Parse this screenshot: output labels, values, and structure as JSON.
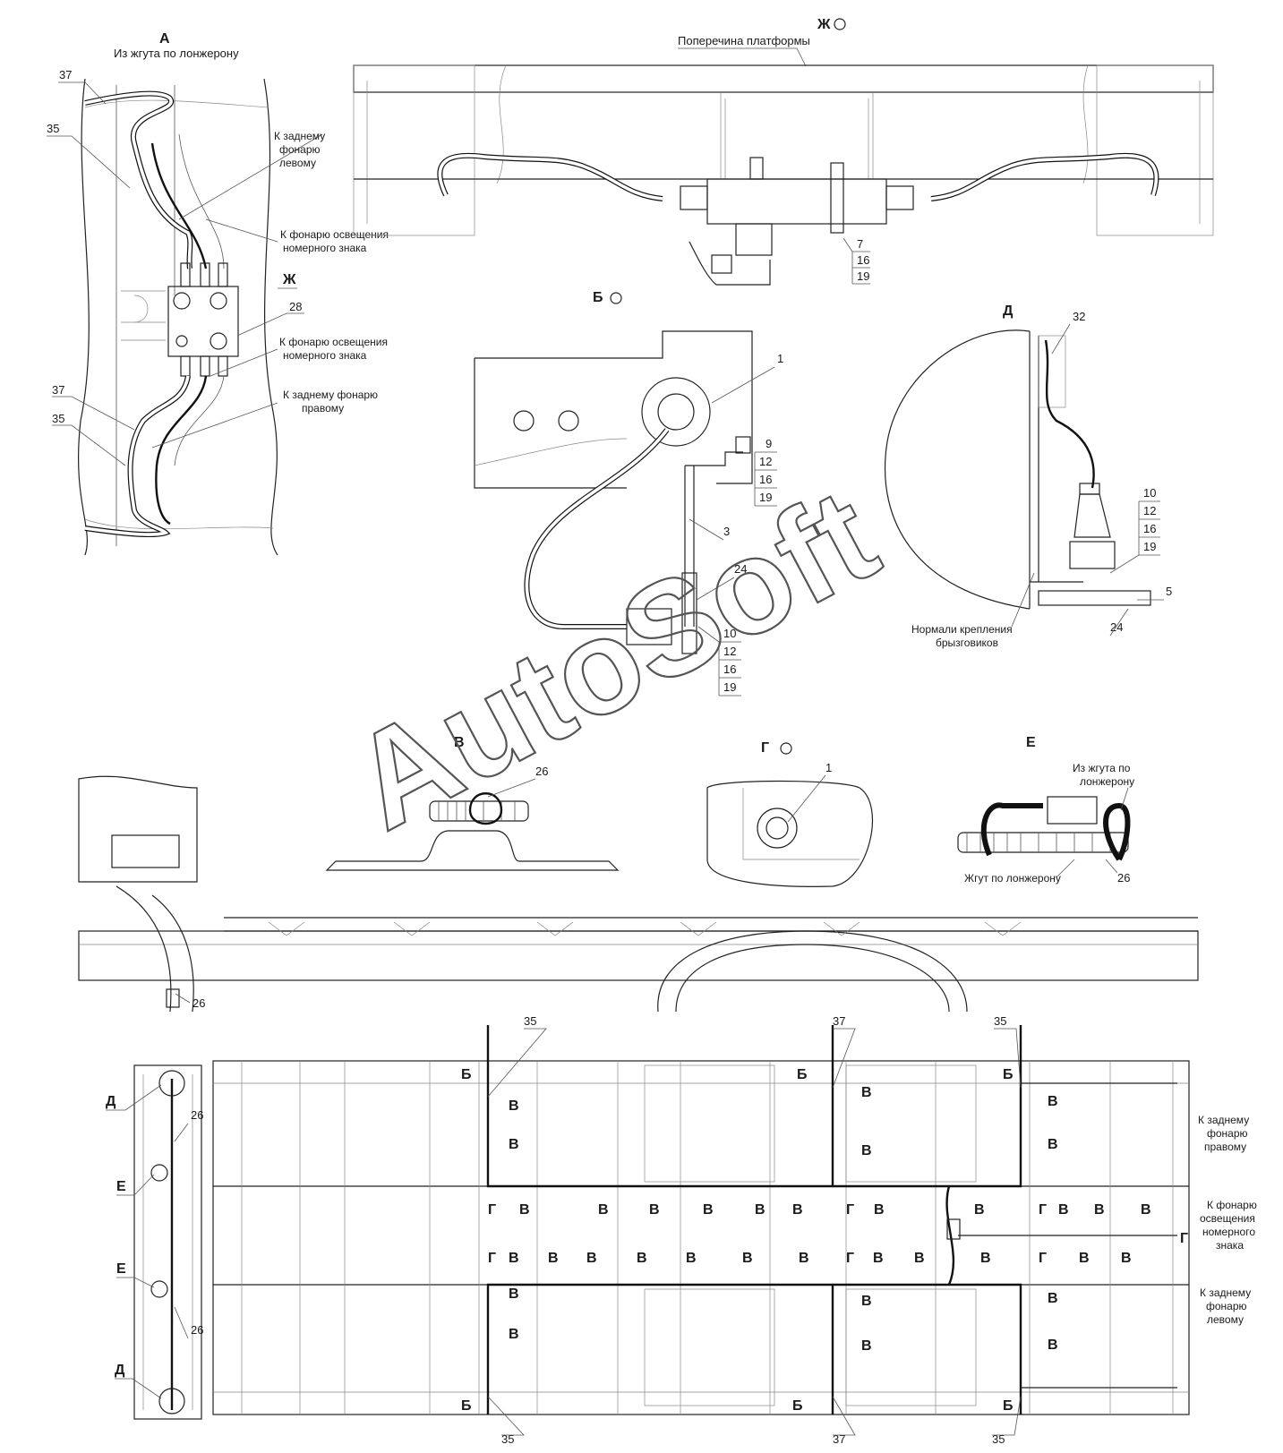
{
  "views": {
    "A": {
      "letter": "А",
      "subtitle": "Из жгута по лонжерону",
      "callouts": [
        "37",
        "35",
        "37",
        "35",
        "28"
      ],
      "notes": [
        "К заднему",
        "фонарю",
        "левому",
        "К фонарю освещения",
        "номерного знака",
        "К фонарю освещения",
        "номерного знака",
        "К заднему фонарю",
        "правому"
      ],
      "marker": "Ж"
    },
    "Zh": {
      "letter": "Ж",
      "beam": "Поперечина платформы",
      "refs": [
        "7",
        "16",
        "19"
      ]
    },
    "B": {
      "letter": "Б",
      "refs": [
        "1",
        "9",
        "12",
        "16",
        "19",
        "3",
        "24",
        "10",
        "12",
        "16",
        "19"
      ]
    },
    "D": {
      "letter": "Д",
      "refs": [
        "32",
        "10",
        "12",
        "16",
        "19",
        "5",
        "24"
      ],
      "note": [
        "Нормали крепления",
        "брызговиков"
      ]
    },
    "V": {
      "letter": "В",
      "ref": "26"
    },
    "G": {
      "letter": "Г",
      "ref": "1"
    },
    "E": {
      "letter": "Е",
      "notes": [
        "Из жгута по",
        "лонжерону"
      ],
      "harness": "Жгут по лонжерону",
      "ref": "26"
    }
  },
  "side_view": {
    "ref": "26"
  },
  "plan_view": {
    "top_refs": [
      "35",
      "37",
      "35"
    ],
    "bottom_refs": [
      "35",
      "37",
      "35"
    ],
    "section_B": "Б",
    "section_V": "В",
    "section_G": "Г",
    "left_labels": [
      "Д",
      "26",
      "Е",
      "Е",
      "26",
      "Д"
    ],
    "right_notes": [
      "К заднему",
      "фонарю",
      "правому",
      "К фонарю",
      "освещения",
      "номерного",
      "знака",
      "К заднему",
      "фонарю",
      "левому"
    ]
  },
  "watermark": "AutoSoft"
}
